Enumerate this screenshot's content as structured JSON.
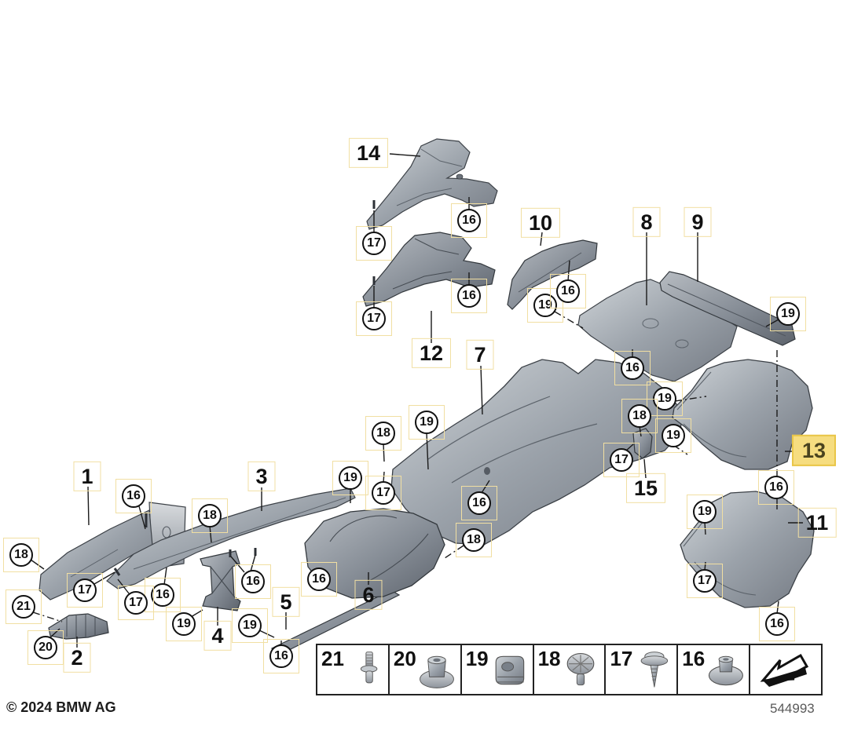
{
  "footer": {
    "copyright": "© 2024 BMW AG",
    "diagram_id": "544993"
  },
  "parts": [
    "1",
    "2",
    "3",
    "4",
    "5",
    "6",
    "7",
    "8",
    "9",
    "10",
    "11",
    "12",
    "13",
    "14",
    "15"
  ],
  "highlighted_part": "13",
  "refs": [
    "17",
    "16",
    "17",
    "16",
    "19",
    "16",
    "19",
    "16",
    "19",
    "18",
    "17",
    "19",
    "16",
    "18",
    "19",
    "18",
    "19",
    "17",
    "16",
    "19",
    "17",
    "16",
    "16",
    "18",
    "17",
    "21",
    "20",
    "18",
    "16",
    "17",
    "19",
    "16",
    "19",
    "16",
    "16"
  ],
  "legend": {
    "items": [
      {
        "ref": "21",
        "icon": "stud-bolt"
      },
      {
        "ref": "20",
        "icon": "flanged-nut"
      },
      {
        "ref": "19",
        "icon": "cage-nut-clip"
      },
      {
        "ref": "18",
        "icon": "expansion-rivet"
      },
      {
        "ref": "17",
        "icon": "sheet-metal-screw"
      },
      {
        "ref": "16",
        "icon": "flanged-nut-washer"
      },
      {
        "ref": "",
        "icon": "direction-arrow"
      }
    ]
  },
  "colors": {
    "highlight_bg": "#f6dd80",
    "highlight_border": "#e9c648",
    "highlight_text": "#4a431f",
    "callout_box_border": "#f1dfa2",
    "line": "#1a1a1a",
    "part_fill": "#a6acb4",
    "part_shadow": "#6d737b",
    "part_light": "#d5d9dd"
  }
}
